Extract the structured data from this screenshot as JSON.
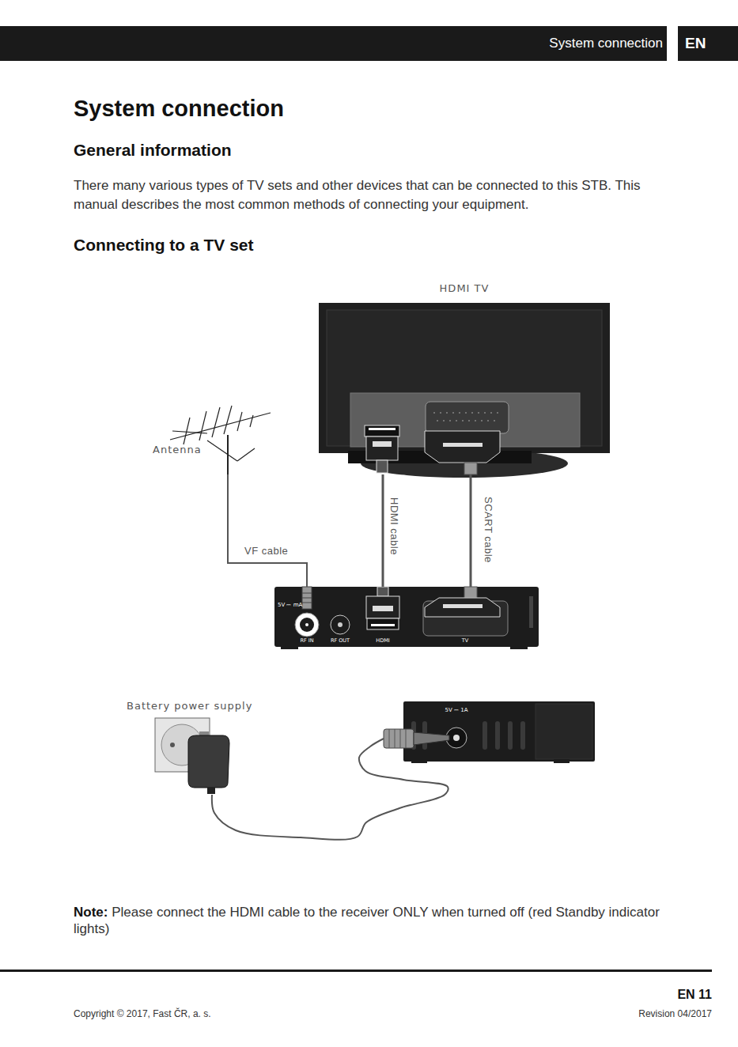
{
  "diagram": {
    "title": "System connection",
    "nodes": [
      {
        "text": [
          "HDMI TV"
        ]
      },
      {
        "text": [
          "Antenna"
        ]
      },
      {
        "text": [
          "5V ⎓ mA",
          "RF IN",
          "RF OUT",
          "HDMI",
          "TV"
        ]
      },
      {
        "text": [
          "Battery power supply"
        ]
      },
      {
        "text": [
          "5V ⎓ 1A"
        ]
      }
    ],
    "edges": [
      {
        "from": 1,
        "to": 2,
        "arrow": "none",
        "label": "VF cable"
      },
      {
        "from": 2,
        "to": 0,
        "arrow": "none",
        "label": "HDMI cable"
      },
      {
        "from": 2,
        "to": 0,
        "arrow": "none",
        "label": "SCART cable"
      },
      {
        "from": 3,
        "to": 4,
        "arrow": "none"
      }
    ],
    "labels": [
      "System connection",
      "EN",
      "General information",
      "There many various types of TV sets and other devices that can be connected to this STB. This manual describes the most common methods of connecting your equipment.",
      "Connecting to a TV set",
      "Note:",
      "Please connect the HDMI cable to the receiver ONLY when turned off (red Standby indicator lights)",
      "EN 11",
      "Copyright © 2017, Fast ČR, a. s.",
      "Revision 04/2017"
    ]
  }
}
